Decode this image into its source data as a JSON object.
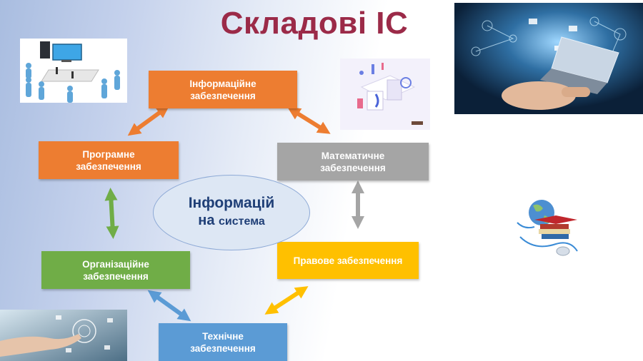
{
  "title": "Складові ІС",
  "center": {
    "line1": "Інформацій",
    "line2_big": "на",
    "line2_small": "система"
  },
  "boxes": {
    "info": "Інформаційне\nзабезпечення",
    "prog": "Програмне\nзабезпечення",
    "math": "Математичне\nзабезпечення",
    "org": "Організаційне\nзабезпечення",
    "law": "Правове забезпечення",
    "tech": "Технічне\nзабезпечення"
  },
  "colors": {
    "title": "#9b2a48",
    "orange": "#ed7d31",
    "gray": "#a5a5a5",
    "green": "#70ad47",
    "yellow": "#ffc000",
    "blue": "#5b9bd5",
    "center_text": "#1f3f77"
  },
  "images": {
    "network": "computer-network-people-image",
    "tech": "technology-illustration-image",
    "laptop": "laptop-digital-hand-image",
    "globe": "globe-books-mouse-image",
    "hand": "hand-touchscreen-image"
  }
}
